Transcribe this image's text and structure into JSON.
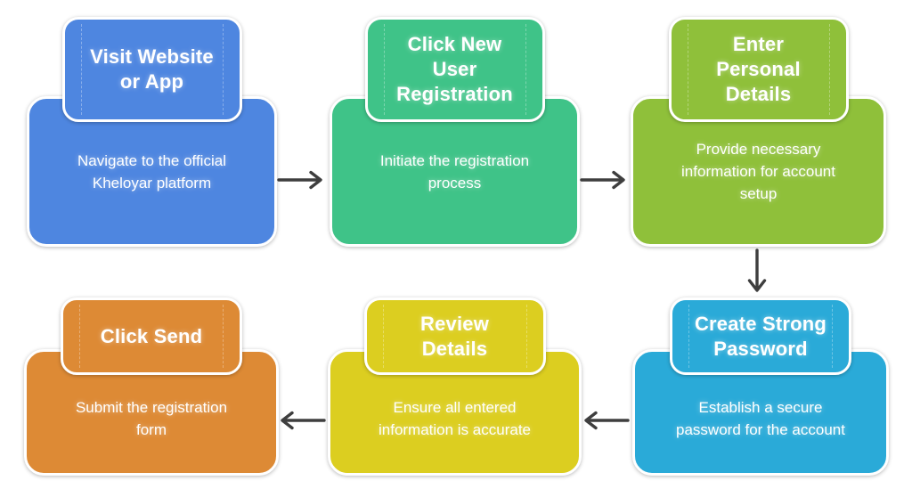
{
  "flow": {
    "steps": [
      {
        "step": 1,
        "title": "Visit Website or App",
        "title_lines": [
          "Visit Website",
          "or App"
        ],
        "description": "Navigate to the official Kheloyar platform",
        "description_lines": [
          "Navigate to the official",
          "Kheloyar platform"
        ],
        "color": "#4e86e0"
      },
      {
        "step": 2,
        "title": "Click New User Registration",
        "title_lines": [
          "Click New",
          "User",
          "Registration"
        ],
        "description": "Initiate the registration process",
        "description_lines": [
          "Initiate the registration",
          "process"
        ],
        "color": "#3fc388"
      },
      {
        "step": 3,
        "title": "Enter Personal Details",
        "title_lines": [
          "Enter",
          "Personal",
          "Details"
        ],
        "description": "Provide necessary information for account setup",
        "description_lines": [
          "Provide necessary",
          "information for account",
          "setup"
        ],
        "color": "#8fc03a"
      },
      {
        "step": 4,
        "title": "Create Strong Password",
        "title_lines": [
          "Create Strong",
          "Password"
        ],
        "description": "Establish a secure password for the account",
        "description_lines": [
          "Establish a secure",
          "password for the account"
        ],
        "color": "#2aaad8"
      },
      {
        "step": 5,
        "title": "Review Details",
        "title_lines": [
          "Review",
          "Details"
        ],
        "description": "Ensure all entered information is accurate",
        "description_lines": [
          "Ensure all entered",
          "information is accurate"
        ],
        "color": "#dcce20"
      },
      {
        "step": 6,
        "title": "Click Send",
        "title_lines": [
          "Click Send"
        ],
        "description": "Submit the registration form",
        "description_lines": [
          "Submit the registration",
          "form"
        ],
        "color": "#dd8a35"
      }
    ],
    "connections": [
      {
        "from": 1,
        "to": 2,
        "direction": "right"
      },
      {
        "from": 2,
        "to": 3,
        "direction": "right"
      },
      {
        "from": 3,
        "to": 4,
        "direction": "down"
      },
      {
        "from": 4,
        "to": 5,
        "direction": "left"
      },
      {
        "from": 5,
        "to": 6,
        "direction": "left"
      }
    ],
    "colors": {
      "background": "#ffffff",
      "text": "#ffffff",
      "shape_border": "#ffffff",
      "arrow": "#3e3e3e"
    }
  }
}
